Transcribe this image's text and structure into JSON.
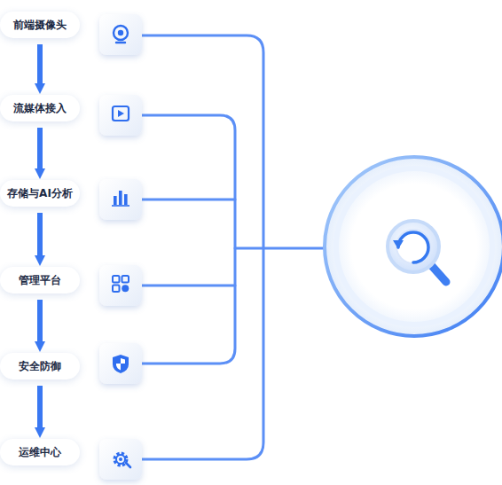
{
  "diagram": {
    "nodes": [
      {
        "text": [
          "前端摄像头"
        ]
      },
      {
        "text": [
          "流媒体接入"
        ]
      },
      {
        "text": [
          "存储与AI分析"
        ]
      },
      {
        "text": [
          "管理平台"
        ]
      },
      {
        "text": [
          "安全防御"
        ]
      },
      {
        "text": [
          "运维中心"
        ]
      }
    ],
    "edges": [
      {
        "from": 0,
        "to": 1,
        "arrow": "to"
      },
      {
        "from": 1,
        "to": 2,
        "arrow": "to"
      },
      {
        "from": 2,
        "to": 3,
        "arrow": "to"
      },
      {
        "from": 3,
        "to": 4,
        "arrow": "to"
      },
      {
        "from": 4,
        "to": 5,
        "arrow": "to"
      }
    ]
  }
}
